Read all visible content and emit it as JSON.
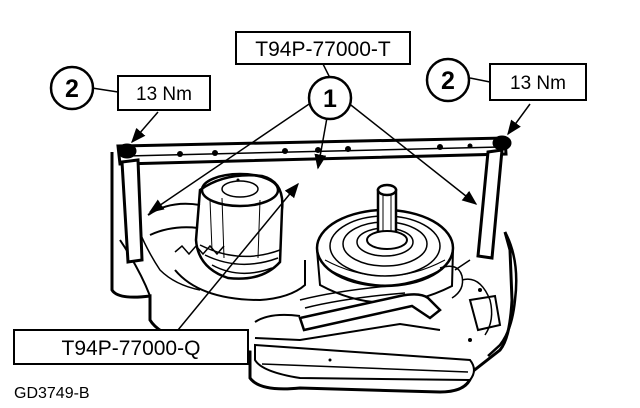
{
  "labels": {
    "tool_t": "T94P-77000-T",
    "tool_q": "T94P-77000-Q",
    "torque_left": "13 Nm",
    "torque_right": "13 Nm",
    "figure_id": "GD3749-B"
  },
  "callouts": {
    "left": "2",
    "center": "1",
    "right": "2"
  },
  "colors": {
    "ink": "#000000",
    "paper": "#ffffff",
    "shade": "#dcdcdc"
  }
}
